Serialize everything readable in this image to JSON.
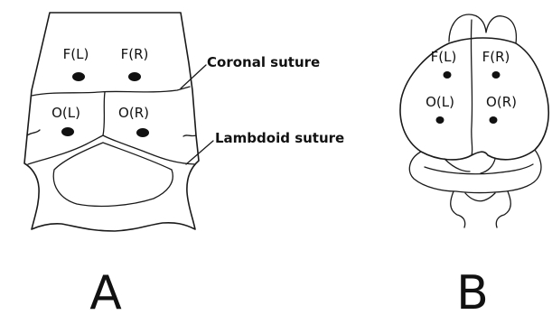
{
  "panels": {
    "a": {
      "label": "A",
      "points": [
        {
          "id": "fl",
          "label": "F(L)"
        },
        {
          "id": "fr",
          "label": "F(R)"
        },
        {
          "id": "ol",
          "label": "O(L)"
        },
        {
          "id": "or",
          "label": "O(R)"
        }
      ],
      "annotations": {
        "coronal": "Coronal suture",
        "lambdoid": "Lambdoid suture"
      }
    },
    "b": {
      "label": "B",
      "points": [
        {
          "id": "fl",
          "label": "F(L)"
        },
        {
          "id": "fr",
          "label": "F(R)"
        },
        {
          "id": "ol",
          "label": "O(L)"
        },
        {
          "id": "or",
          "label": "O(R)"
        }
      ]
    }
  }
}
